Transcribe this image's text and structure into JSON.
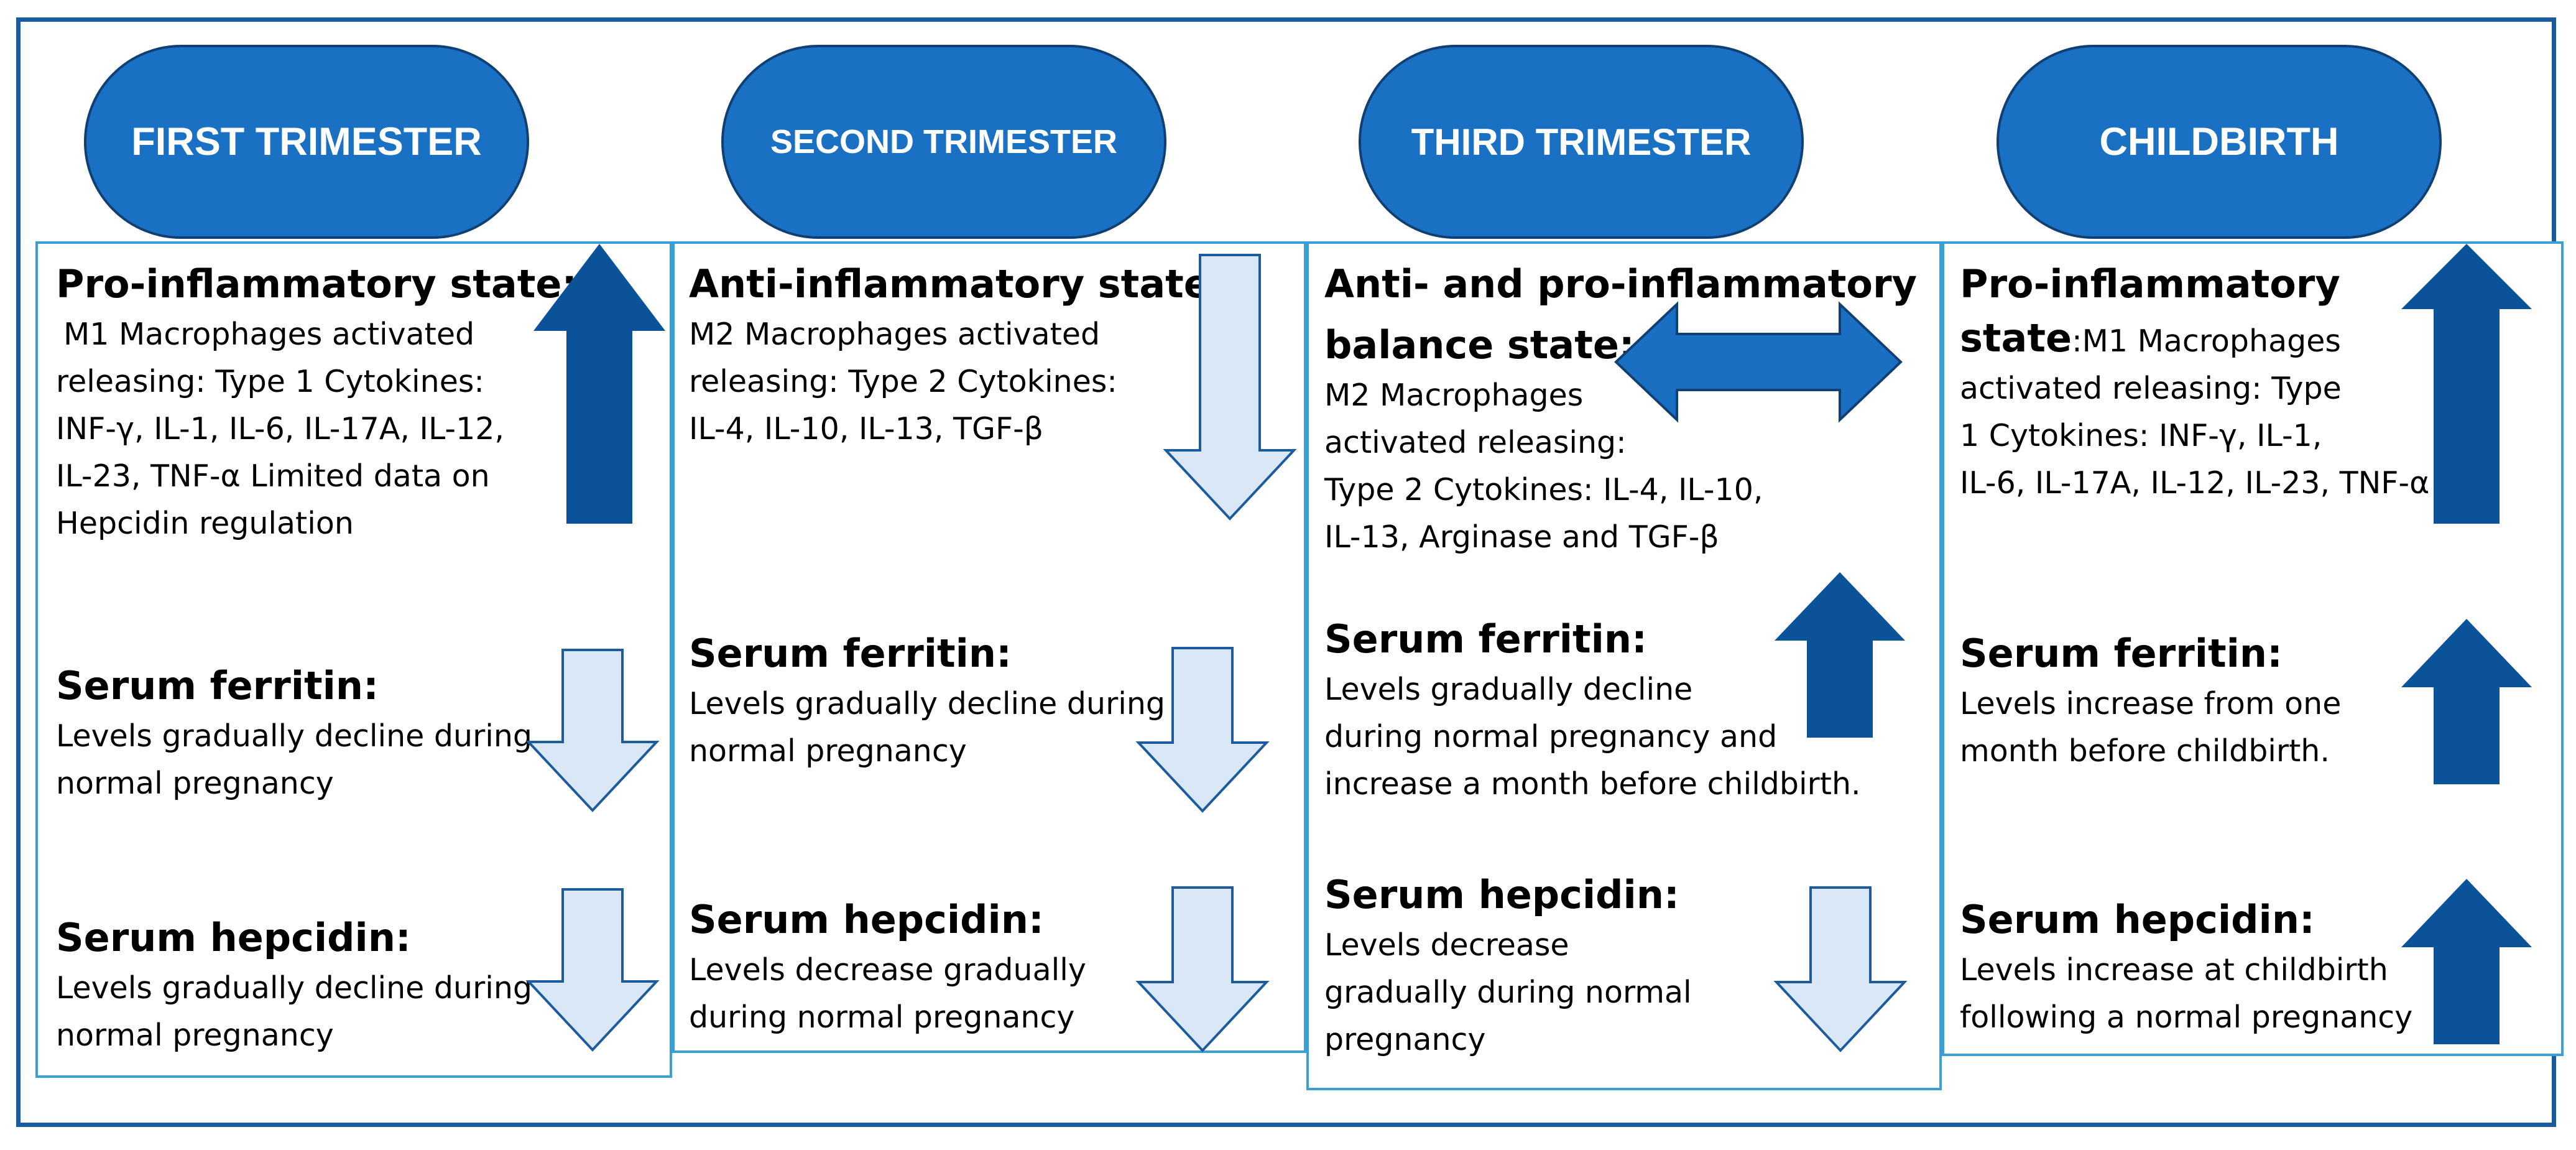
{
  "colors": {
    "frame": "#1b5a9c",
    "pill_fill": "#1a70c3",
    "pill_border": "#0f3f73",
    "panel_border": "#3a9fd4",
    "arrow_up_fill": "#0b5299",
    "arrow_down_fill": "#dae7f6",
    "arrow_down_stroke": "#1c5b9c",
    "arrow_double_fill": "#1a6fc2"
  },
  "stages": [
    {
      "title": "FIRST TRIMESTER",
      "state_heading": "Pro-inflammatory state:",
      "state_lines": [
        "M1 Macrophages activated",
        "releasing: Type 1 Cytokines:",
        "INF-γ, IL-1, IL-6, IL-17A, IL-12,",
        "IL-23, TNF-α Limited data on",
        "Hepcidin regulation"
      ],
      "state_arrow": "up-arrow-icon",
      "ferritin_heading": "Serum ferritin:",
      "ferritin_lines": [
        "Levels gradually decline during",
        "normal pregnancy"
      ],
      "ferritin_arrow": "down-arrow-icon",
      "hepcidin_heading": "Serum hepcidin:",
      "hepcidin_lines": [
        "Levels gradually decline during",
        " normal pregnancy"
      ],
      "hepcidin_arrow": "down-arrow-icon"
    },
    {
      "title": "SECOND TRIMESTER",
      "state_heading": "Anti-inflammatory state:",
      "state_lines": [
        "M2 Macrophages activated",
        "releasing: Type 2 Cytokines:",
        " IL-4, IL-10, IL-13, TGF-β"
      ],
      "state_arrow": "down-arrow-icon",
      "ferritin_heading": "Serum ferritin:",
      "ferritin_lines": [
        "Levels gradually decline during",
        "normal pregnancy"
      ],
      "ferritin_arrow": "down-arrow-icon",
      "hepcidin_heading": "Serum hepcidin:",
      "hepcidin_lines": [
        "Levels decrease gradually",
        "during normal pregnancy"
      ],
      "hepcidin_arrow": "down-arrow-icon"
    },
    {
      "title": "THIRD TRIMESTER",
      "state_heading_lines": [
        "Anti- and pro-inflammatory",
        "balance state:"
      ],
      "state_lines": [
        " M2 Macrophages",
        "activated releasing:",
        "Type 2 Cytokines: IL-4, IL-10,",
        " IL-13, Arginase and TGF-β"
      ],
      "state_arrow": "double-arrow-icon",
      "ferritin_heading": "Serum ferritin:",
      "ferritin_lines": [
        "Levels gradually decline",
        "during normal pregnancy and",
        "increase a month before childbirth."
      ],
      "ferritin_arrow": "up-arrow-icon",
      "hepcidin_heading": "Serum hepcidin:",
      "hepcidin_lines": [
        " Levels decrease",
        "gradually during normal",
        " pregnancy"
      ],
      "hepcidin_arrow": "down-arrow-icon"
    },
    {
      "title": "CHILDBIRTH",
      "state_heading": "Pro-inflammatory",
      "state_heading_2": "state",
      "state_first_line_tail": ":M1 Macrophages",
      "state_lines": [
        "activated releasing: Type",
        "1 Cytokines: INF-γ, IL-1,",
        "IL-6, IL-17A, IL-12, IL-23, TNF-α"
      ],
      "state_arrow": "up-arrow-icon",
      "ferritin_heading": "Serum ferritin:",
      "ferritin_lines": [
        "Levels increase from one",
        "month before childbirth."
      ],
      "ferritin_arrow": "up-arrow-icon",
      "hepcidin_heading": "Serum hepcidin:",
      "hepcidin_lines": [
        "Levels increase at childbirth",
        "following a normal pregnancy"
      ],
      "hepcidin_arrow": "up-arrow-icon"
    }
  ]
}
